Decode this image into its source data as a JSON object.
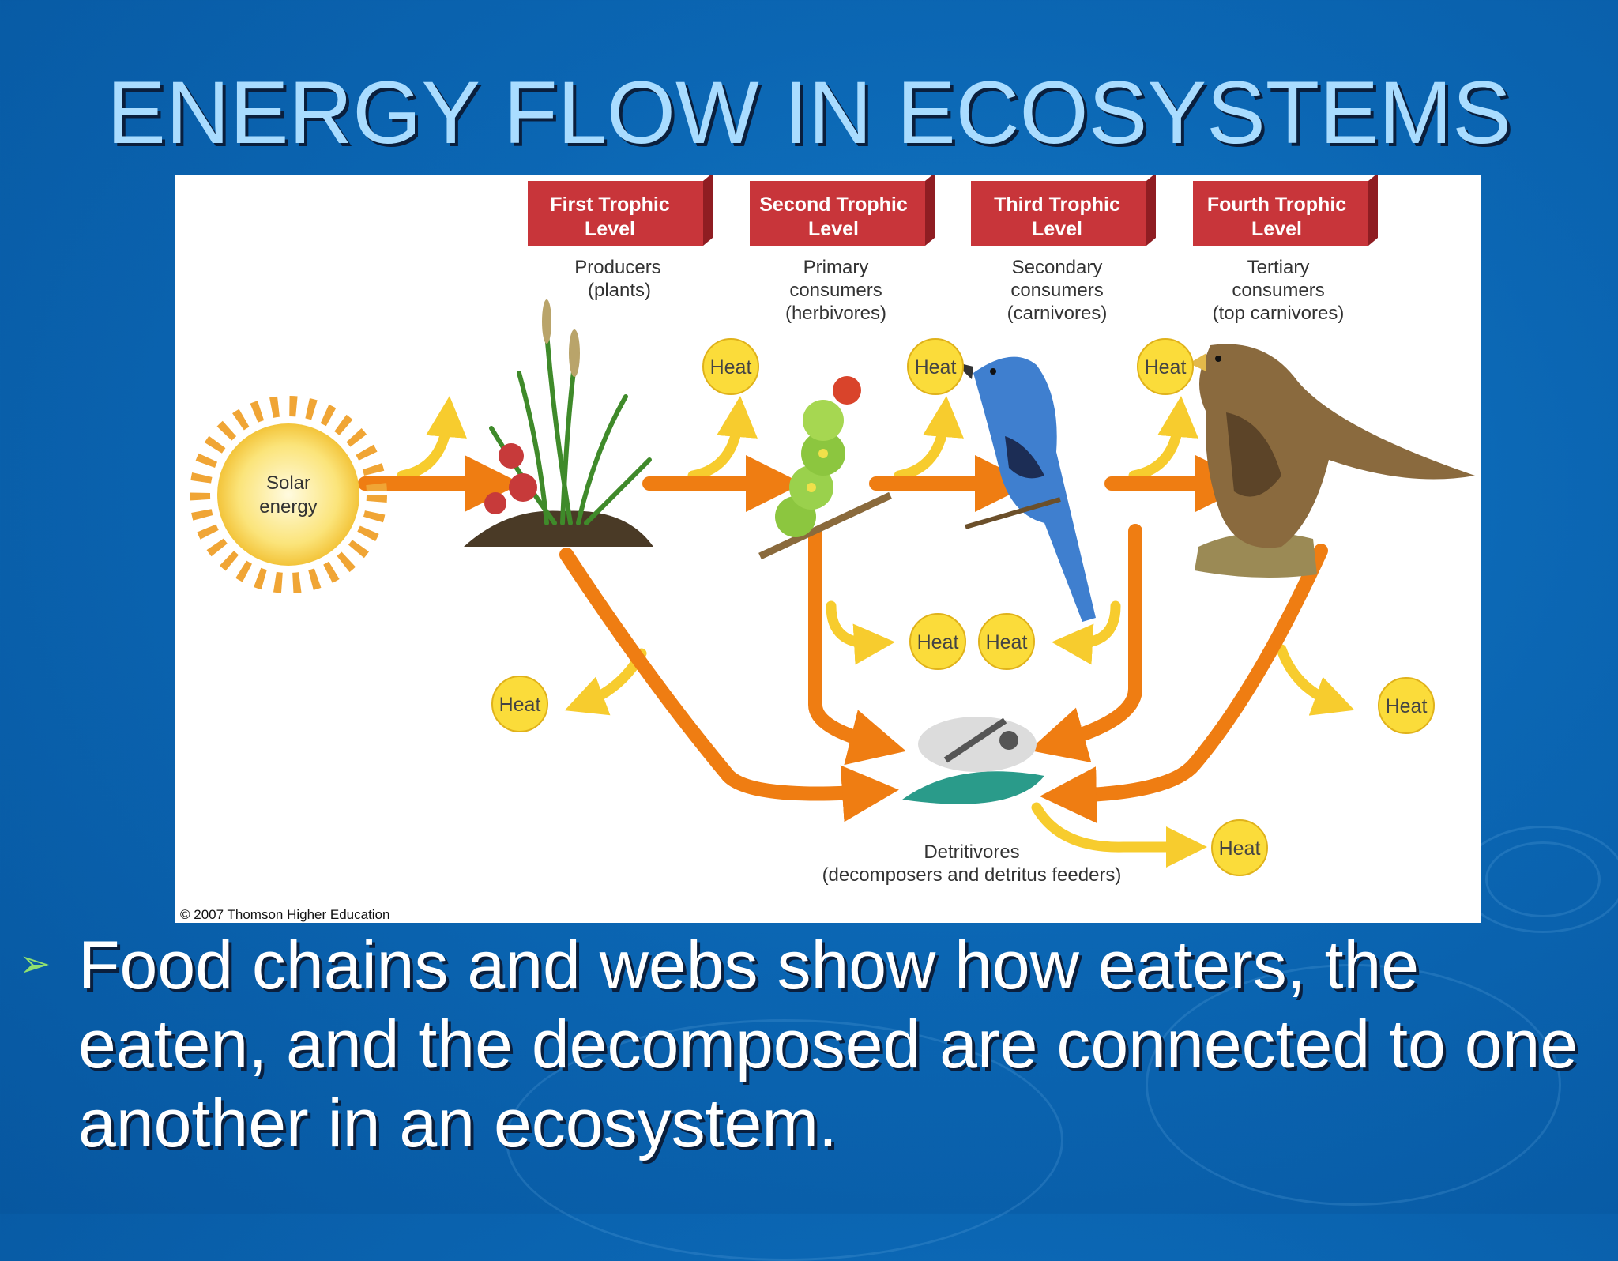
{
  "title": "ENERGY FLOW IN ECOSYSTEMS",
  "diagram": {
    "trophic_levels": [
      {
        "line1": "First Trophic",
        "line2": "Level",
        "group": [
          "Producers",
          "(plants)"
        ]
      },
      {
        "line1": "Second Trophic",
        "line2": "Level",
        "group": [
          "Primary",
          "consumers",
          "(herbivores)"
        ]
      },
      {
        "line1": "Third Trophic",
        "line2": "Level",
        "group": [
          "Secondary",
          "consumers",
          "(carnivores)"
        ]
      },
      {
        "line1": "Fourth Trophic",
        "line2": "Level",
        "group": [
          "Tertiary",
          "consumers",
          "(top carnivores)"
        ]
      }
    ],
    "source": [
      "Solar",
      "energy"
    ],
    "heat_label": "Heat",
    "detritivores": [
      "Detritivores",
      "(decomposers and detritus feeders)"
    ],
    "copyright": "© 2007 Thomson Higher Education"
  },
  "bullet": {
    "marker": "➢",
    "text": "Food chains and webs show how eaters, the eaten, and the decomposed are connected to one another in an ecosystem."
  },
  "colors": {
    "level_box": "#c8353a",
    "flow_arrow": "#ef7d12",
    "heat_arrow": "#f7cc2e",
    "heat_circle": "#fbdc3a"
  }
}
